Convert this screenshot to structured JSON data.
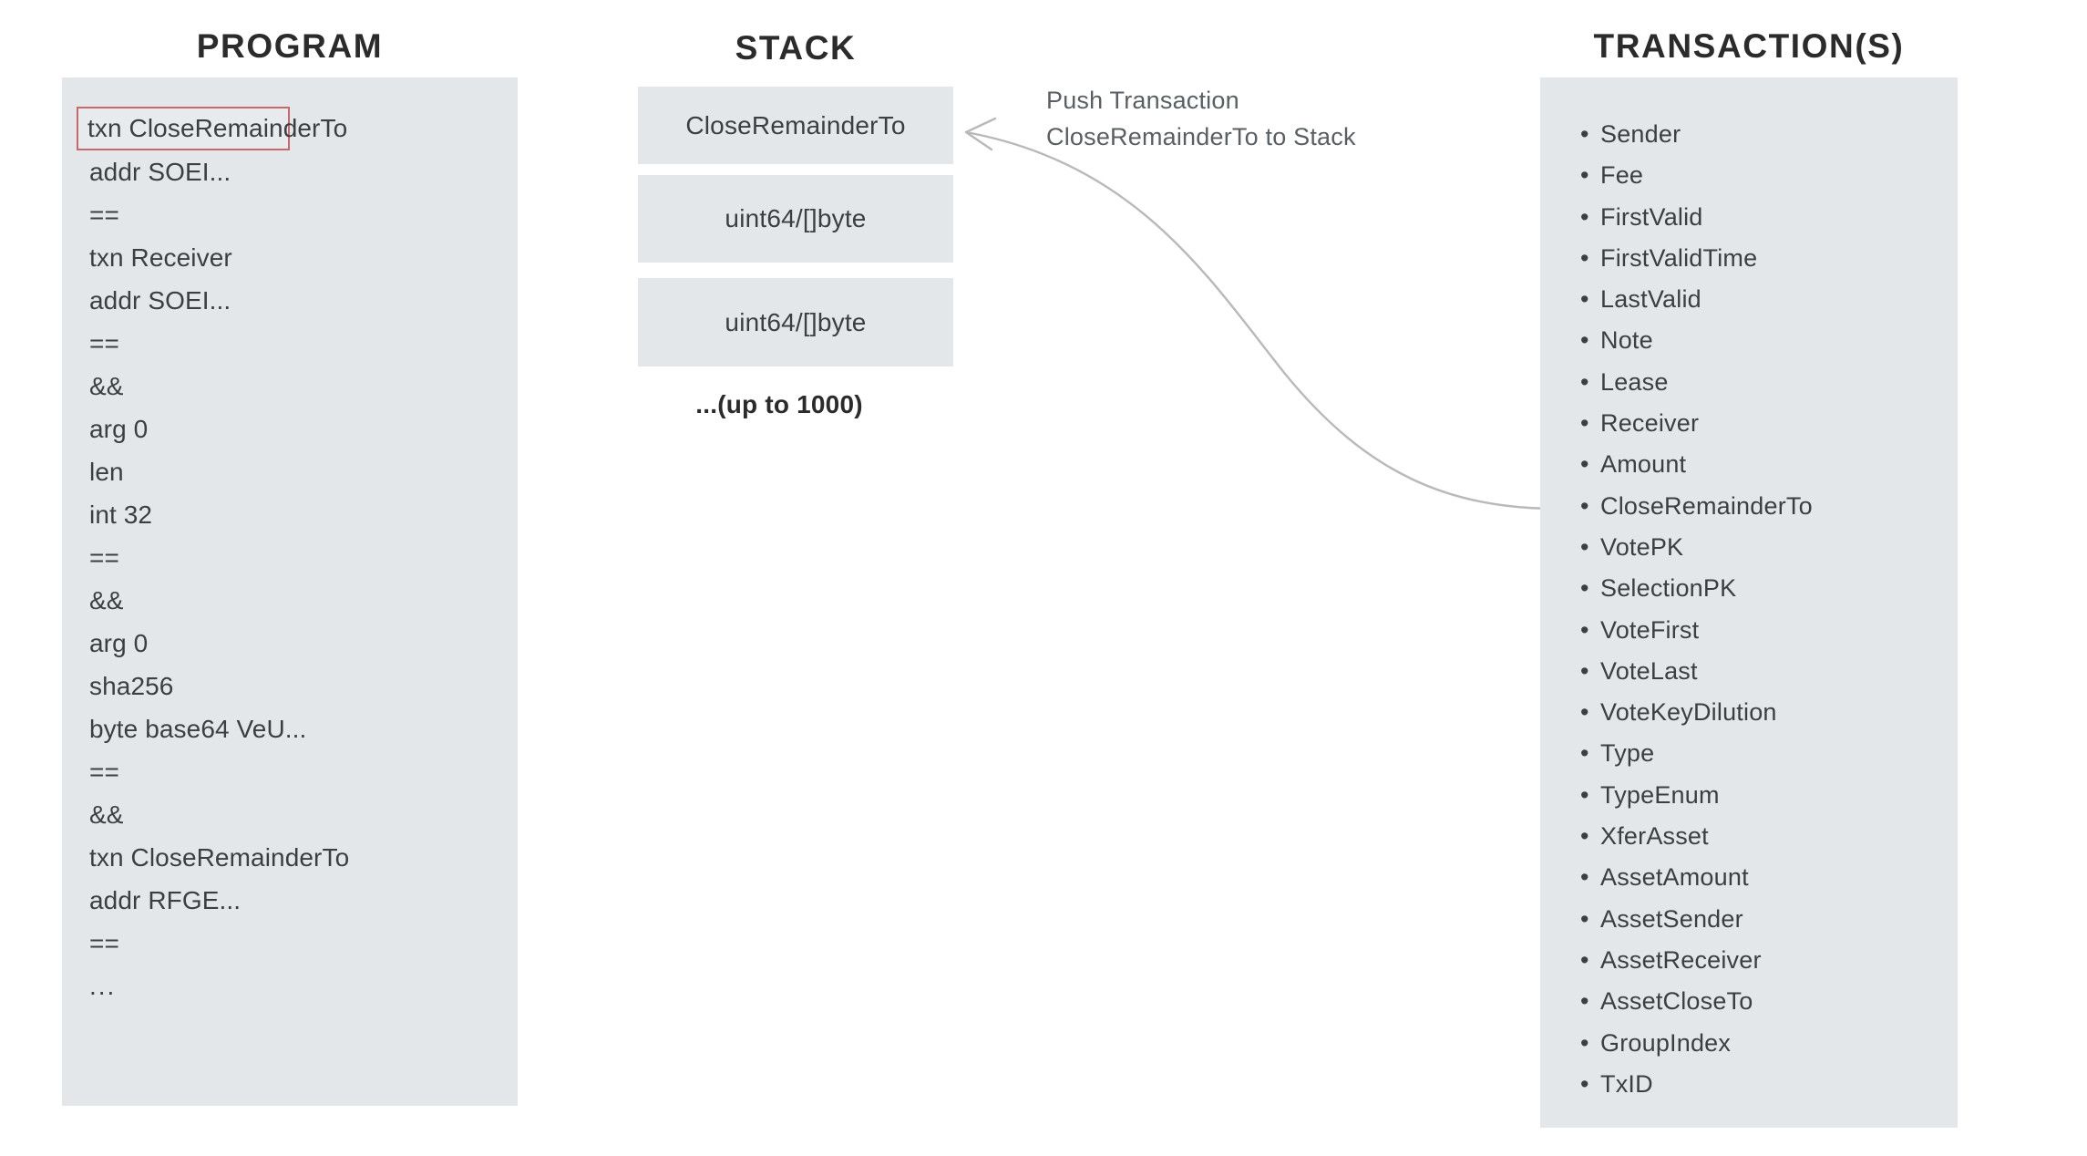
{
  "columns": {
    "program_title": "PROGRAM",
    "stack_title": "STACK",
    "transactions_title": "TRANSACTION(S)"
  },
  "program": {
    "lines": [
      "txn CloseRemainderTo",
      "addr SOEI...",
      "==",
      "txn Receiver",
      "addr SOEI...",
      "==",
      "&&",
      "arg 0",
      "len",
      "int 32",
      "==",
      "&&",
      "arg 0",
      "sha256",
      "byte base64 VeU...",
      "==",
      "&&",
      "txn CloseRemainderTo",
      "addr RFGE...",
      "==",
      "..."
    ],
    "highlighted_index": 0,
    "highlight_color": "#c7686a"
  },
  "stack": {
    "boxes": [
      "CloseRemainderTo",
      "uint64/[]byte",
      "uint64/[]byte"
    ],
    "more_label": "...(up to 1000)"
  },
  "annotation": {
    "line1": "Push Transaction",
    "line2": "CloseRemainderTo to Stack"
  },
  "transactions": {
    "fields": [
      "Sender",
      "Fee",
      "FirstValid",
      "FirstValidTime",
      "LastValid",
      "Note",
      "Lease",
      "Receiver",
      "Amount",
      "CloseRemainderTo",
      "VotePK",
      "SelectionPK",
      "VoteFirst",
      "VoteLast",
      "VoteKeyDilution",
      "Type",
      "TypeEnum",
      "XferAsset",
      "AssetAmount",
      "AssetSender",
      "AssetReceiver",
      "AssetCloseTo",
      "GroupIndex",
      "TxID"
    ],
    "bullet": "•"
  },
  "colors": {
    "panel_fill": "#e4e7ea",
    "text": "#3c3f42",
    "heading": "#2b2b2b",
    "arrow": "#b9b9b9",
    "highlight_border": "#c7686a",
    "background": "#ffffff"
  }
}
